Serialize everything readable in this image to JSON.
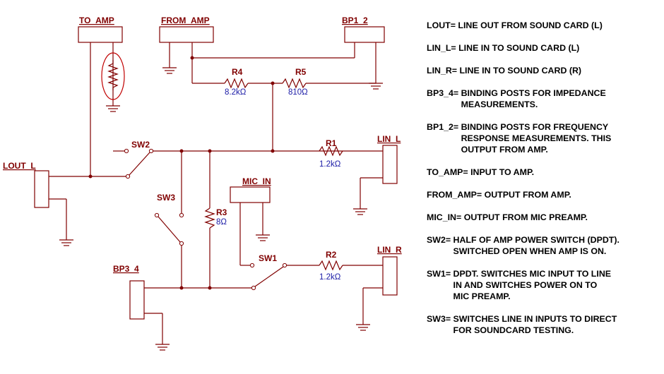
{
  "labels": {
    "to_amp": "TO_AMP",
    "from_amp": "FROM_AMP",
    "bp1_2": "BP1_2",
    "lout_l": "LOUT_L",
    "lin_l": "LIN_L",
    "lin_r": "LIN_R",
    "mic_in": "MIC_IN",
    "bp3_4": "BP3_4",
    "sw1": "SW1",
    "sw2": "SW2",
    "sw3": "SW3"
  },
  "resistors": {
    "r1": {
      "name": "R1",
      "value": "1.2kΩ"
    },
    "r2": {
      "name": "R2",
      "value": "1.2kΩ"
    },
    "r3": {
      "name": "R3",
      "value": "8Ω"
    },
    "r4": {
      "name": "R4",
      "value": "8.2kΩ"
    },
    "r5": {
      "name": "R5",
      "value": "810Ω"
    }
  },
  "legend": [
    {
      "key": "LOUT=",
      "text": "LINE OUT FROM SOUND CARD (L)"
    },
    {
      "key": "LIN_L=",
      "text": "LINE IN TO SOUND CARD (L)"
    },
    {
      "key": "LIN_R=",
      "text": "LINE IN TO SOUND CARD (R)"
    },
    {
      "key": "BP3_4=",
      "text": "BINDING POSTS FOR IMPEDANCE\nMEASUREMENTS."
    },
    {
      "key": "BP1_2=",
      "text": "BINDING POSTS FOR FREQUENCY\nRESPONSE MEASUREMENTS. THIS\nOUTPUT FROM AMP."
    },
    {
      "key": "TO_AMP=",
      "text": "INPUT TO AMP."
    },
    {
      "key": "FROM_AMP=",
      "text": "OUTPUT FROM AMP."
    },
    {
      "key": "MIC_IN=",
      "text": "OUTPUT FROM MIC PREAMP."
    },
    {
      "key": "SW2=",
      "text": "HALF OF AMP POWER SWITCH (DPDT).\nSWITCHED OPEN WHEN AMP IS ON."
    },
    {
      "key": "SW1=",
      "text": "DPDT. SWITCHES MIC INPUT TO LINE\nIN AND SWITCHES POWER ON TO\nMIC PREAMP."
    },
    {
      "key": "SW3=",
      "text": "SWITCHES LINE IN INPUTS TO DIRECT\nFOR SOUNDCARD TESTING."
    }
  ]
}
